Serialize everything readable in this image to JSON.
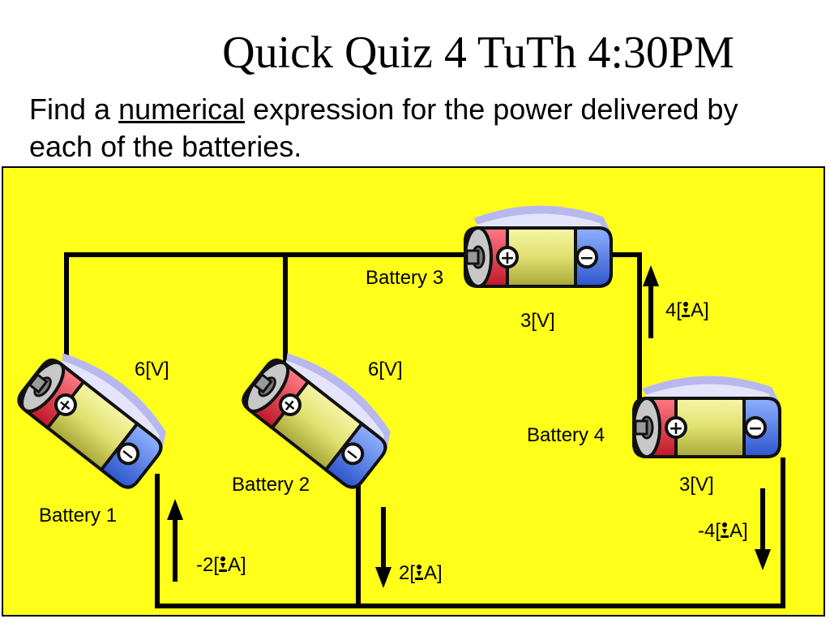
{
  "slide": {
    "title": "Quick Quiz 4 TuTh 4:30PM",
    "instructions": {
      "before": "Find a ",
      "emphasis": "numerical",
      "after": " expression for the power delivered by each of the batteries."
    }
  },
  "diagram": {
    "background_color": "#ffff1a",
    "batteries": [
      {
        "label": "Battery 1",
        "voltage": "6[V]",
        "current": "-2[",
        "current_unit": "A]"
      },
      {
        "label": "Battery 2",
        "voltage": "6[V]",
        "current": "2[",
        "current_unit": "A]"
      },
      {
        "label": "Battery 3",
        "voltage": "3[V]",
        "current": "4[",
        "current_unit": "A]"
      },
      {
        "label": "Battery 4",
        "voltage": "3[V]",
        "current": "-4[",
        "current_unit": "A]"
      }
    ],
    "current_directions": [
      "up",
      "down",
      "up",
      "down"
    ],
    "terminal_symbols": {
      "positive": "+",
      "negative": "−"
    }
  }
}
